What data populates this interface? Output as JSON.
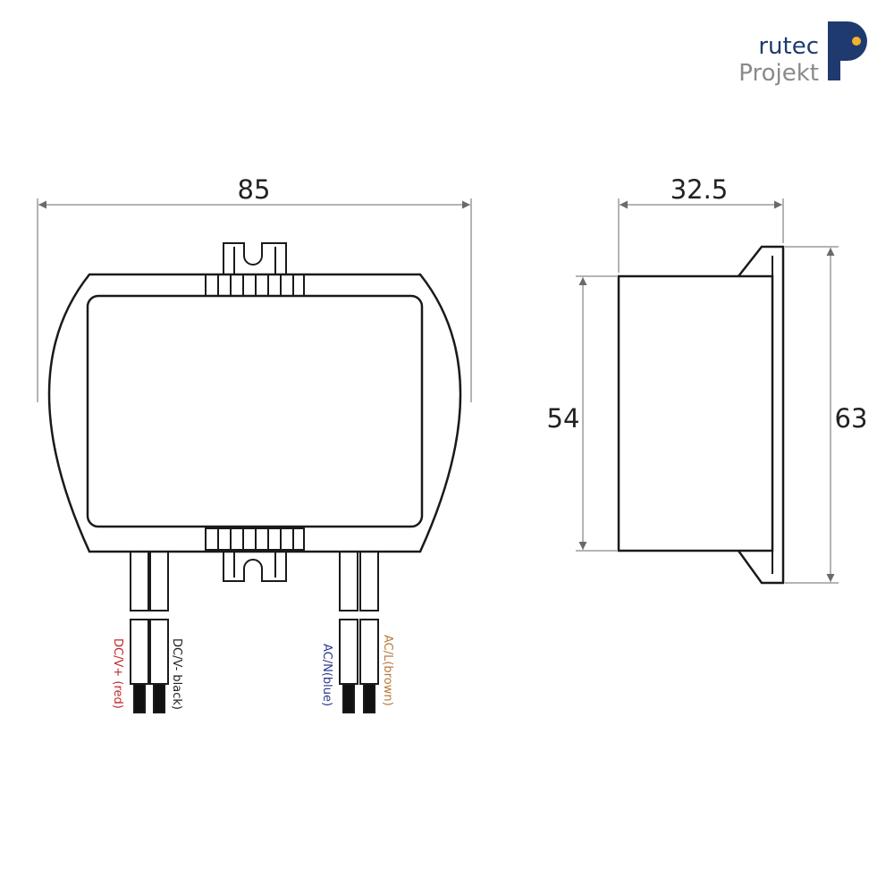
{
  "logo": {
    "line1": "rutec",
    "line2": "Projekt",
    "colors": {
      "text_primary": "#1f3a6e",
      "text_secondary": "#8a8a8a",
      "mark_blue": "#1f3a6e",
      "mark_gray": "#a0a0a0",
      "mark_dot": "#f2b32c"
    }
  },
  "dimensions": {
    "front_width": "85",
    "side_depth": "32.5",
    "body_height": "54",
    "total_height": "63"
  },
  "wires": [
    {
      "label": "DC/V+ (red)",
      "color": "#c0282d"
    },
    {
      "label": "DC/V- black)",
      "color": "#222222"
    },
    {
      "label": "AC/N(blue)",
      "color": "#2b3a8c"
    },
    {
      "label": "AC/L(brown)",
      "color": "#b87a3a"
    }
  ],
  "style": {
    "line_color": "#1a1a1a",
    "dim_color": "#6a6a6a"
  }
}
